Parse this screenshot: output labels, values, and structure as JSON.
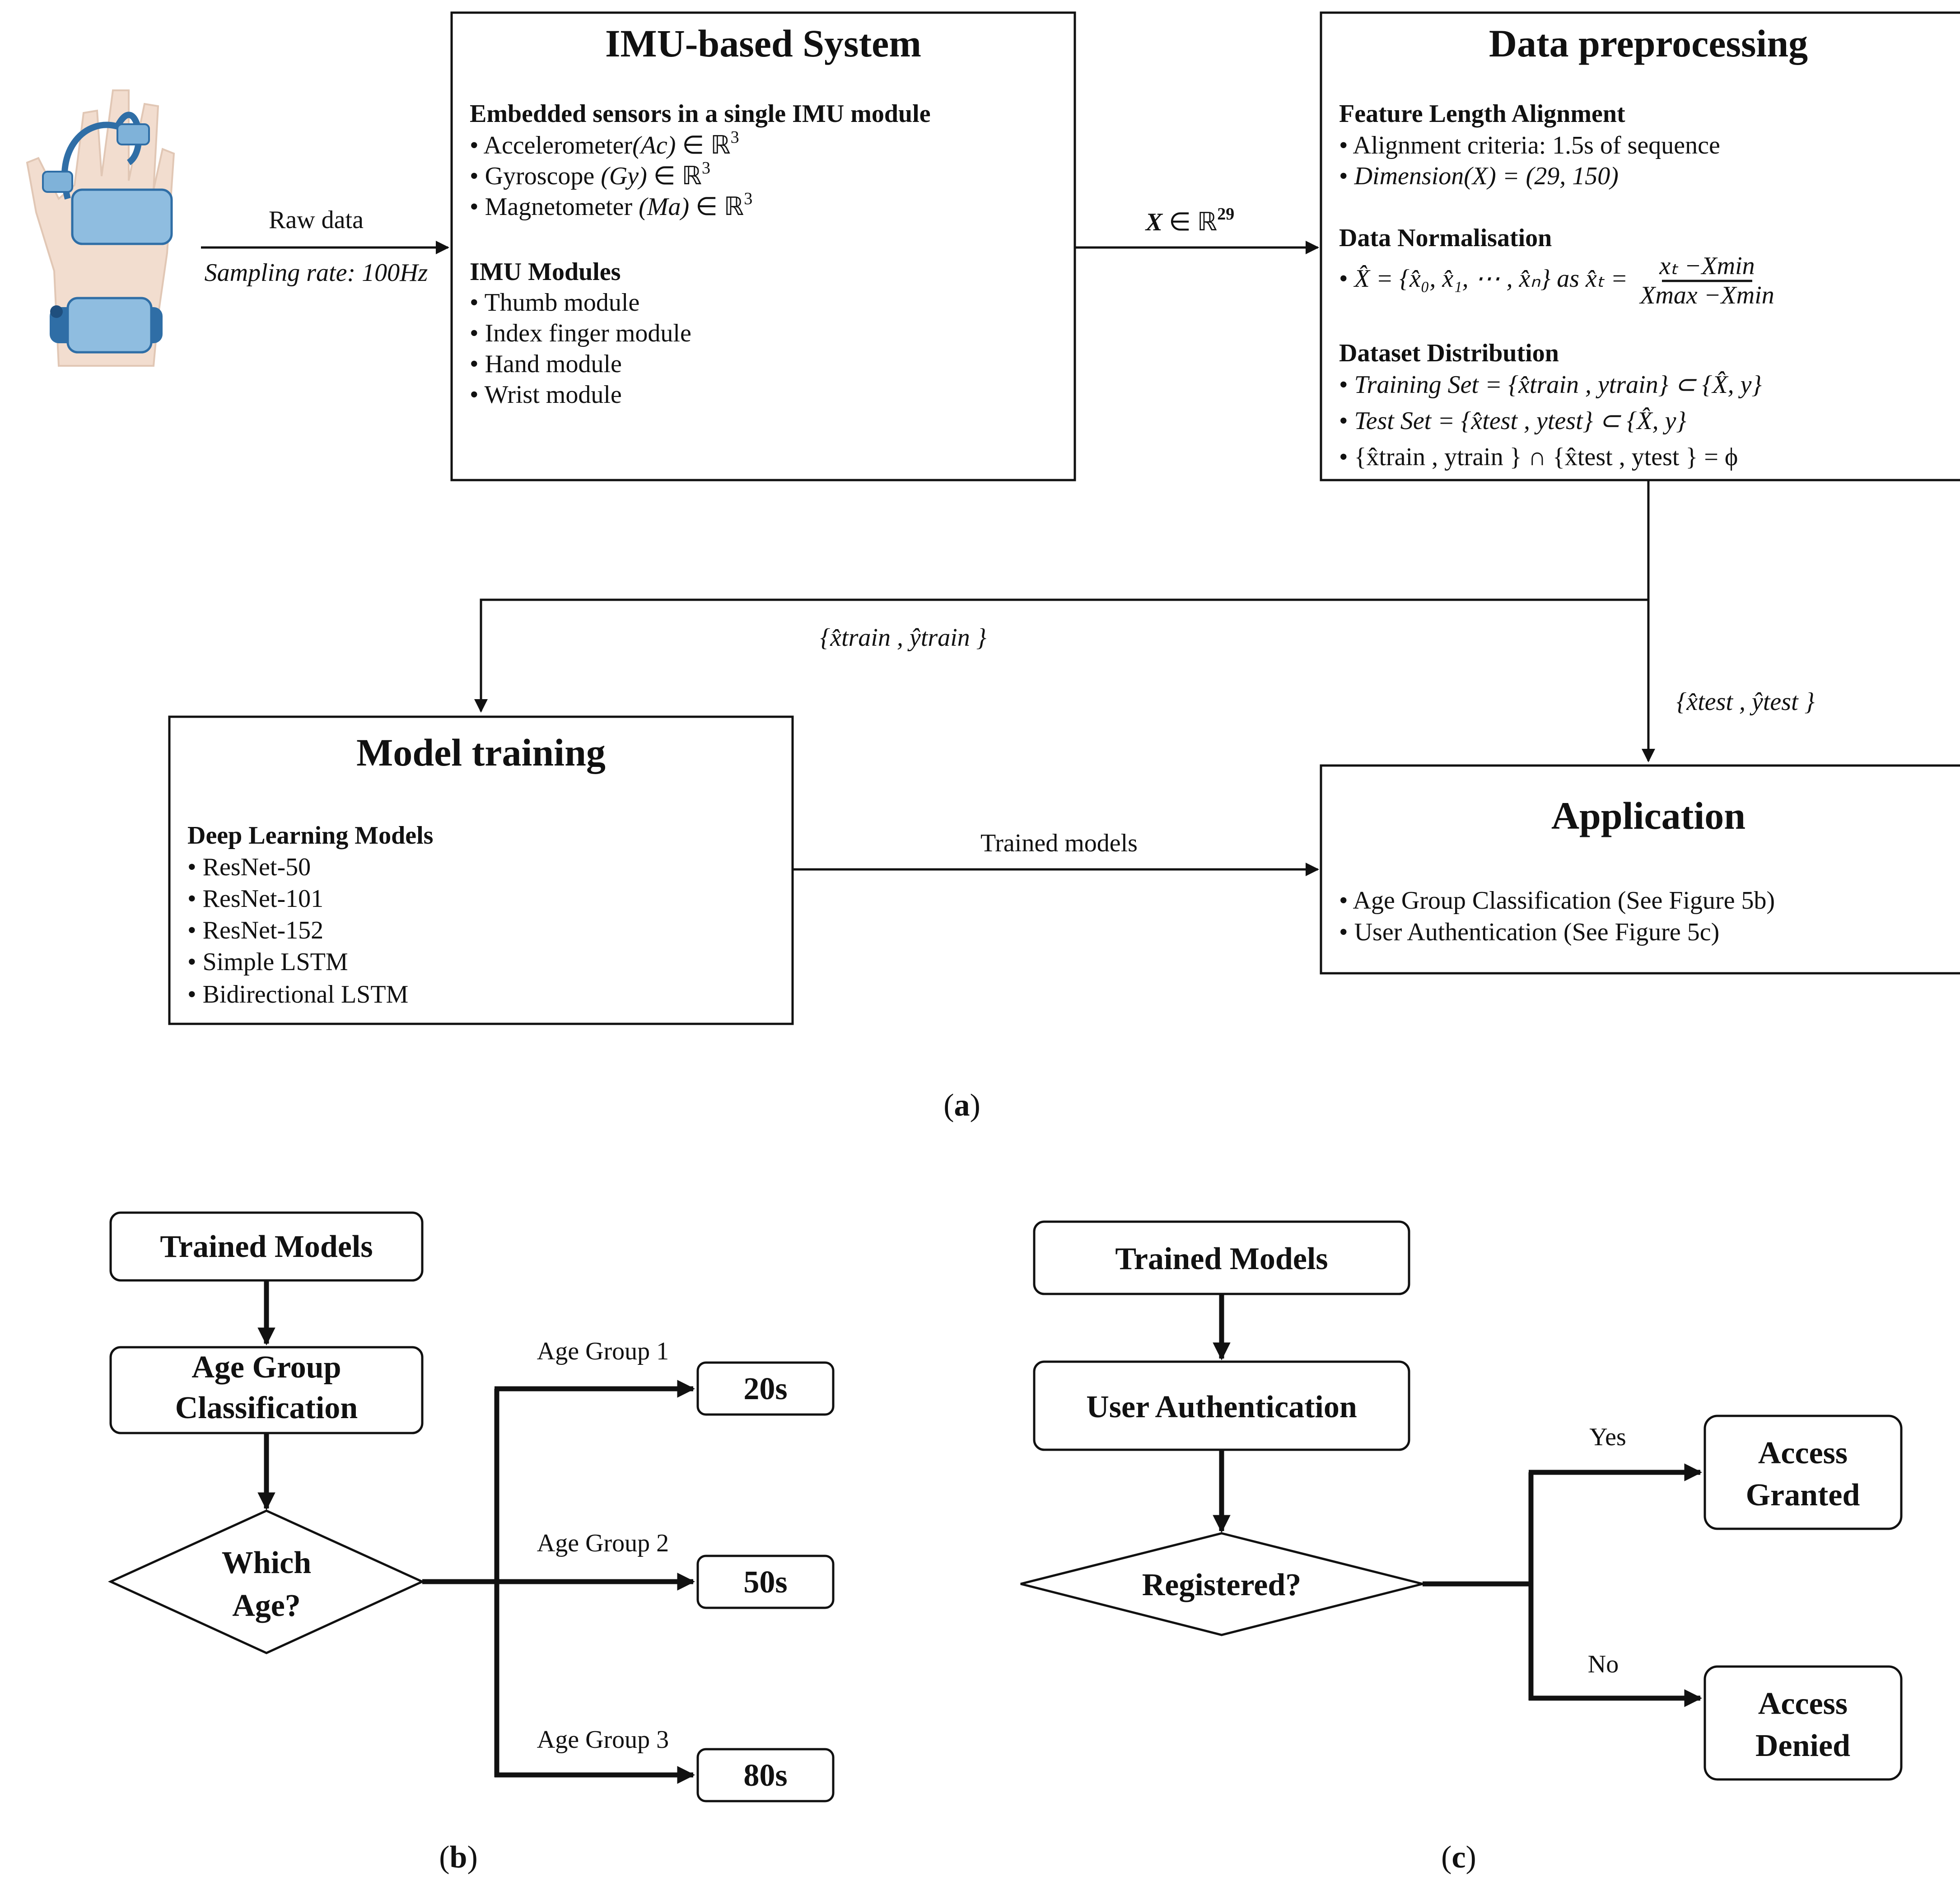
{
  "panel_a": {
    "raw_data_label": "Raw data",
    "sampling_rate_label": "Sampling rate: 100Hz",
    "imu_system": {
      "title": "IMU-based System",
      "sensors_heading": "Embedded sensors in a single IMU module",
      "sensors": [
        {
          "text": "Accelerometer",
          "symbol": "(Ac)",
          "set": "∈ ℝ",
          "exp": "3"
        },
        {
          "text": "Gyroscope",
          "symbol": "(Gy)",
          "set": "∈ ℝ",
          "exp": "3"
        },
        {
          "text": "Magnetometer",
          "symbol": "(Ma)",
          "set": "∈ ℝ",
          "exp": "3"
        }
      ],
      "modules_heading": "IMU Modules",
      "modules": [
        "Thumb module",
        "Index finger module",
        "Hand module",
        "Wrist module"
      ]
    },
    "x_label": {
      "var": "X",
      "rest": " ∈ ℝ",
      "exp": "29"
    },
    "preprocessing": {
      "title": "Data preprocessing",
      "alignment_heading": "Feature Length Alignment",
      "alignment_items": [
        "Alignment criteria: 1.5s of sequence",
        "Dimension(X) = (29, 150)"
      ],
      "normalisation_heading": "Data Normalisation",
      "normalisation_formula": "X̂ = {x̂₀, x̂₁, ⋯ , x̂ₙ} as x̂ₜ =",
      "normalisation_num": "xₜ −Xmin",
      "normalisation_den": "Xmax −Xmin",
      "distribution_heading": "Dataset Distribution",
      "distribution_items": [
        "Training Set = {x̂train , ytrain} ⊂ {X̂, y}",
        "Test Set = {x̂test , ytest} ⊂ {X̂, y}",
        "{x̂train , ytrain } ∩ {x̂test , ytest } = ϕ"
      ]
    },
    "train_label": "{x̂train , ŷtrain }",
    "test_label": "{x̂test , ŷtest }",
    "model_training": {
      "title": "Model training",
      "heading": "Deep Learning Models",
      "items": [
        "ResNet-50",
        "ResNet-101",
        "ResNet-152",
        "Simple LSTM",
        "Bidirectional LSTM"
      ]
    },
    "trained_models_label": "Trained models",
    "application": {
      "title": "Application",
      "items": [
        "Age Group Classification (See Figure 5b)",
        "User Authentication (See Figure 5c)"
      ]
    },
    "caption": "(a)",
    "caption_letter": "a"
  },
  "panel_b": {
    "trained_models": "Trained Models",
    "age_group_line1": "Age Group",
    "age_group_line2": "Classification",
    "which_line1": "Which",
    "which_line2": "Age?",
    "groups": [
      {
        "label": "Age Group 1",
        "value": "20s"
      },
      {
        "label": "Age Group 2",
        "value": "50s"
      },
      {
        "label": "Age Group 3",
        "value": "80s"
      }
    ],
    "caption": "(b)",
    "caption_letter": "b"
  },
  "panel_c": {
    "trained_models": "Trained Models",
    "user_auth": "User Authentication",
    "registered": "Registered?",
    "yes_label": "Yes",
    "no_label": "No",
    "granted_line1": "Access",
    "granted_line2": "Granted",
    "denied_line1": "Access",
    "denied_line2": "Denied",
    "caption": "(c)",
    "caption_letter": "c"
  },
  "colors": {
    "device_blue": "#7fb2d9",
    "device_dark": "#2f6ea6",
    "hand_skin": "#f2ddcf",
    "stroke": "#111111"
  }
}
